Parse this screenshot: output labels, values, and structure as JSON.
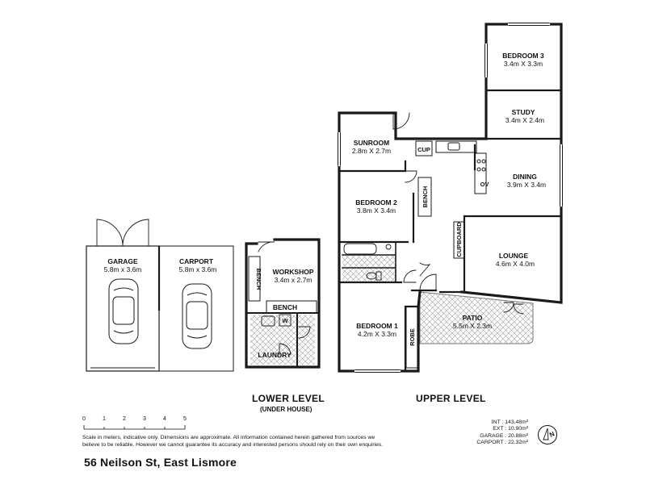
{
  "rooms": {
    "bedroom3": {
      "name": "BEDROOM 3",
      "dim": "3.4m X 3.3m"
    },
    "study": {
      "name": "STUDY",
      "dim": "3.4m X 2.4m"
    },
    "sunroom": {
      "name": "SUNROOM",
      "dim": "2.8m X 2.7m"
    },
    "dining": {
      "name": "DINING",
      "dim": "3.9m X 3.4m"
    },
    "bedroom2": {
      "name": "BEDROOM 2",
      "dim": "3.8m X 3.4m"
    },
    "lounge": {
      "name": "LOUNGE",
      "dim": "4.6m X 4.0m"
    },
    "bedroom1": {
      "name": "BEDROOM 1",
      "dim": "4.2m X 3.3m"
    },
    "patio": {
      "name": "PATIO",
      "dim": "5.5m X 2.3m"
    },
    "garage": {
      "name": "GARAGE",
      "dim": "5.8m x 3.6m"
    },
    "carport": {
      "name": "CARPORT",
      "dim": "5.8m x 3.6m"
    },
    "workshop": {
      "name": "WORKSHOP",
      "dim": "3.4m x 2.7m"
    },
    "laundry": {
      "name": "LAUNDRY"
    }
  },
  "fixtures": {
    "cup": "CUP",
    "ov": "OV",
    "bench_upper": "BENCH",
    "cupboard": "CUPBOARD",
    "robe": "ROBE",
    "bench_workshop_side": "BENCH",
    "bench_workshop": "BENCH",
    "w": "W"
  },
  "levels": {
    "lower": {
      "title": "LOWER LEVEL",
      "subtitle": "(UNDER HOUSE)"
    },
    "upper": {
      "title": "UPPER LEVEL"
    }
  },
  "scale": {
    "ticks": [
      "0",
      "1",
      "2",
      "3",
      "4",
      "5"
    ]
  },
  "disclaimer": {
    "line1": "Scale in meters, indicative only. Dimensions are approximate. All information contained herein gathered from sources we",
    "line2": "believe to be reliable. However we cannot guarantee its accuracy and interested persons should rely on their own enquiries."
  },
  "areas": [
    {
      "label": "INT",
      "value": "143.48m²"
    },
    {
      "label": "EXT",
      "value": "10.90m²"
    },
    {
      "label": "GARAGE",
      "value": "20.88m²"
    },
    {
      "label": "CARPORT",
      "value": "22.32m²"
    }
  ],
  "compass": {
    "label": "N"
  },
  "address": "56 Neilson St, East Lismore",
  "colors": {
    "wall": "#1a1a1a",
    "hatch": "#9a9a9a",
    "background": "#ffffff"
  }
}
